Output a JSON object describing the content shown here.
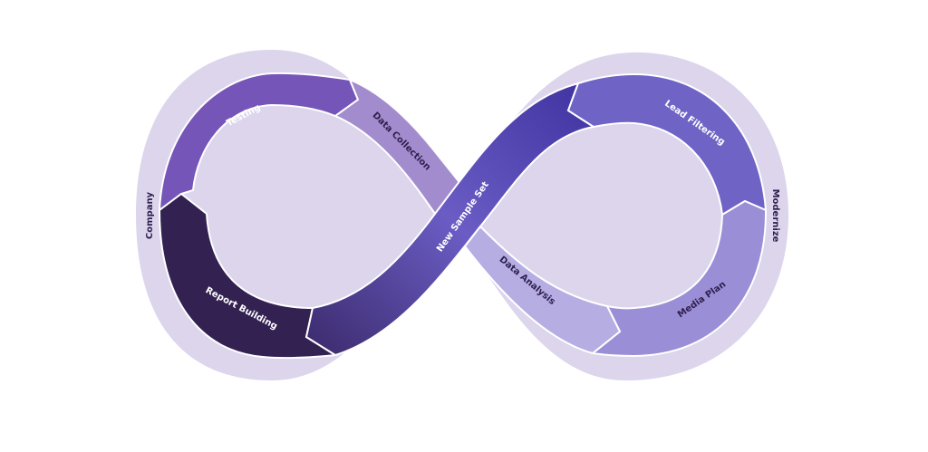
{
  "diagram": {
    "type": "infinity-loop",
    "side_labels": {
      "left": "Company",
      "right": "Modernize"
    },
    "segments": [
      {
        "id": "testing",
        "label": "Testing",
        "color": "#7655b8",
        "text_color": "light"
      },
      {
        "id": "data-collection",
        "label": "Data Collection",
        "color": "#a38ccd",
        "text_color": "dark"
      },
      {
        "id": "new-sample-set",
        "label": "New Sample Set",
        "color": "#5747a8",
        "text_color": "light"
      },
      {
        "id": "lead-filtering",
        "label": "Lead Filtering",
        "color": "#6f63c6",
        "text_color": "light"
      },
      {
        "id": "media-plan",
        "label": "Media Plan",
        "color": "#9a8fd6",
        "text_color": "dark"
      },
      {
        "id": "data-analysis",
        "label": "Data Analysis",
        "color": "#b6aee3",
        "text_color": "dark"
      },
      {
        "id": "report-building",
        "label": "Report Building",
        "color": "#332152",
        "text_color": "light"
      }
    ],
    "colors": {
      "band": "#dcd5ec",
      "outline": "#ffffff",
      "background": "#ffffff"
    }
  }
}
